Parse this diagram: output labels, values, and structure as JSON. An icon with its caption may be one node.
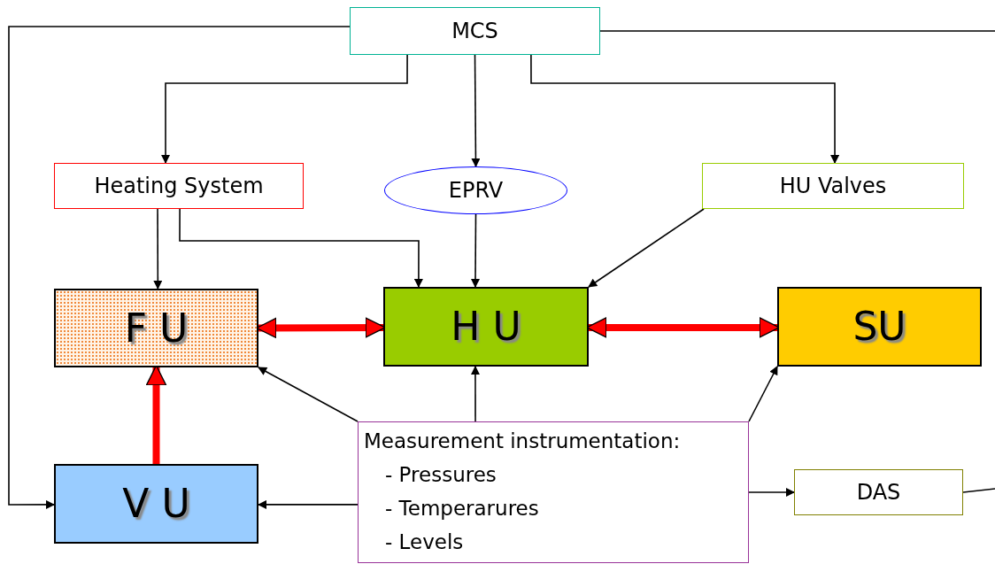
{
  "diagram": {
    "nodes": [
      {
        "text": [
          "MCS"
        ]
      },
      {
        "text": [
          "Heating System"
        ]
      },
      {
        "text": [
          "EPRV"
        ]
      },
      {
        "text": [
          "HU Valves"
        ]
      },
      {
        "text": [
          "F U"
        ]
      },
      {
        "text": [
          "H U"
        ]
      },
      {
        "text": [
          "SU"
        ]
      },
      {
        "text": [
          "V U"
        ]
      },
      {
        "text": [
          "Measurement instrumentation:",
          "- Pressures",
          "- Temperarures",
          "- Levels"
        ]
      },
      {
        "text": [
          "DAS"
        ]
      }
    ],
    "edges": [
      {
        "from": 0,
        "to": 1,
        "arrow": "to"
      },
      {
        "from": 0,
        "to": 2,
        "arrow": "to"
      },
      {
        "from": 0,
        "to": 3,
        "arrow": "to"
      },
      {
        "from": 0,
        "to": 7,
        "arrow": "to"
      },
      {
        "from": 0,
        "to": null,
        "arrow": "none"
      },
      {
        "from": 1,
        "to": 4,
        "arrow": "to"
      },
      {
        "from": 1,
        "to": 5,
        "arrow": "to"
      },
      {
        "from": 2,
        "to": 5,
        "arrow": "to"
      },
      {
        "from": 3,
        "to": 5,
        "arrow": "to"
      },
      {
        "from": 4,
        "to": 5,
        "arrow": "both",
        "style": "thick",
        "color": "#ff0000"
      },
      {
        "from": 5,
        "to": 6,
        "arrow": "both",
        "style": "thick",
        "color": "#ff0000"
      },
      {
        "from": 7,
        "to": 4,
        "arrow": "to",
        "style": "thick",
        "color": "#ff0000"
      },
      {
        "from": 8,
        "to": 4,
        "arrow": "to"
      },
      {
        "from": 8,
        "to": 5,
        "arrow": "to"
      },
      {
        "from": 8,
        "to": 6,
        "arrow": "to"
      },
      {
        "from": 8,
        "to": 7,
        "arrow": "to"
      },
      {
        "from": 8,
        "to": 9,
        "arrow": "to"
      },
      {
        "from": 9,
        "to": null,
        "arrow": "none"
      }
    ]
  }
}
